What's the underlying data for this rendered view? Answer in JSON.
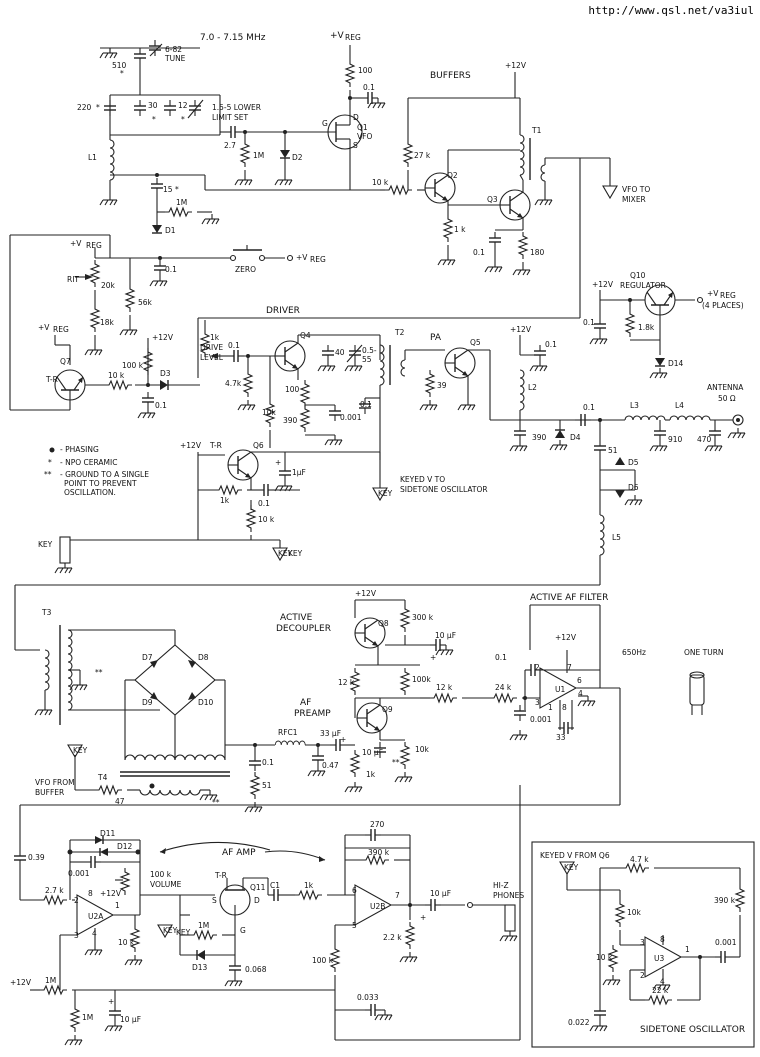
{
  "url": "http://www.qsl.net/va3iul",
  "labels": {
    "freq": "7.0 - 7.15 MHz",
    "tune": "6-82",
    "tune2": "TUNE",
    "c510": "510",
    "c220": "220",
    "c30": "30",
    "c12": "12",
    "lower1": "1.5-5  LOWER",
    "lower2": "LIMIT SET",
    "l1": "L1",
    "c27": "2.7",
    "r1m": "1M",
    "d2": "D2",
    "vreg1": "+V",
    "reg": "REG",
    "r100": "100",
    "c01a": "0.1",
    "q1": "Q1",
    "vfo": "VFO",
    "g": "G",
    "d": "D",
    "s": "S",
    "c15": "15",
    "r1m2": "1M",
    "d1": "D1",
    "r10k": "10 k",
    "buffers": "BUFFERS",
    "p12v": "+12V",
    "r27k": "27 k",
    "q2": "Q2",
    "q3": "Q3",
    "t1": "T1",
    "r1k": "1 k",
    "c01b": "0.1",
    "r180": "180",
    "vfomix1": "VFO TO",
    "vfomix2": "MIXER",
    "rit": "RIT",
    "r20k": "20k",
    "zero": "ZERO",
    "c01c": "0.1",
    "r56k": "56k",
    "r18k": "18k",
    "q7": "Q7",
    "tr": "T-R",
    "r100k": "100 k",
    "d3": "D3",
    "r10k2": "10 k",
    "c01d": "0.1",
    "q10": "Q10",
    "regulator": "REGULATOR",
    "vreg4": "(4 PLACES)",
    "r18k2": "1.8k",
    "d14": "D14",
    "driver": "DRIVER",
    "drive1": "1k",
    "drive2": "DRIVE",
    "drive3": "LEVEL",
    "r47k": "4.7k",
    "q4": "Q4",
    "c40": "40",
    "c55": "0.5-",
    "c55b": "55",
    "t2": "T2",
    "pa": "PA",
    "q5": "Q5",
    "r39": "39",
    "l2": "L2",
    "c390": "390",
    "d4": "D4",
    "l3": "L3",
    "l4": "L4",
    "c910": "910",
    "c470": "470",
    "antenna": "ANTENNA",
    "ohm": "50 Ω",
    "c51": "51",
    "d5": "D5",
    "d6": "D6",
    "l5": "L5",
    "r100b": "100",
    "r390": "390",
    "r10kb": "10k",
    "c0001": "0.001",
    "q6": "Q6",
    "c1uf": "1µF",
    "r1kb": "1k",
    "r10kc": "10 k",
    "phasing": "- PHASING",
    "npo": "- NPO CERAMIC",
    "gnd1": "- GROUND TO A SINGLE",
    "gnd2": "POINT TO PREVENT",
    "gnd3": "OSCILLATION.",
    "keyed1": "KEYED V TO",
    "keyed2": "SIDETONE OSCILLATOR",
    "key": "KEY",
    "key2": "KEY",
    "t3": "T3",
    "d7": "D7",
    "d8": "D8",
    "d9": "D9",
    "d10": "D10",
    "t4": "T4",
    "vfob1": "VFO FROM",
    "vfob2": "BUFFER",
    "r47": "47",
    "rfc1": "RFC1",
    "c33u": "33 µF",
    "c047": "0.47",
    "c01e": "0.1",
    "r51": "51",
    "active1": "ACTIVE",
    "active2": "DECOUPLER",
    "q8": "Q8",
    "r300k": "300 k",
    "c10u": "10 µF",
    "af1": "AF",
    "af2": "PREAMP",
    "q9": "Q9",
    "r12k": "12 k",
    "r100kc": "100k",
    "c10u2": "10 µF",
    "r10kd": "10k",
    "r1kc": "1k",
    "aaf": "ACTIVE  AF  FILTER",
    "r12k2": "12 k",
    "r24k": "24 k",
    "c01f": "0.1",
    "c0001b": "0.001",
    "c33": "33",
    "u1": "U1",
    "hz": "650Hz",
    "oneturn": "ONE  TURN",
    "d11": "D11",
    "d12": "D12",
    "c039": "0.39",
    "c0001c": "0.001",
    "r27kb": "2.7 k",
    "u2a": "U2A",
    "vol1": "100 k",
    "vol2": "VOLUME",
    "afamp": "AF  AMP",
    "q11": "Q11",
    "c1": "C1",
    "r1kd": "1k",
    "c270": "270",
    "r390k": "390 k",
    "u2b": "U2B",
    "c10u3": "10 µF",
    "hiz1": "HI-Z",
    "hiz2": "PHONES",
    "r22k": "2.2 k",
    "r100kd": "100 k",
    "r10ke": "10 k",
    "r1m3": "1M",
    "d13": "D13",
    "c0068": "0.068",
    "r1m4": "1M",
    "r1m5": "1M",
    "c10u4": "10 µF",
    "c0033": "0.033",
    "keyq6": "KEYED V FROM Q6",
    "r47kb": "4.7 k",
    "r390kb": "390 k",
    "r10kf": "10k",
    "r10kg": "10 k",
    "u3": "U3",
    "c0001d": "0.001",
    "r22kb": "22 k",
    "c0022": "0.022",
    "sidetone": "SIDETONE  OSCILLATOR"
  }
}
